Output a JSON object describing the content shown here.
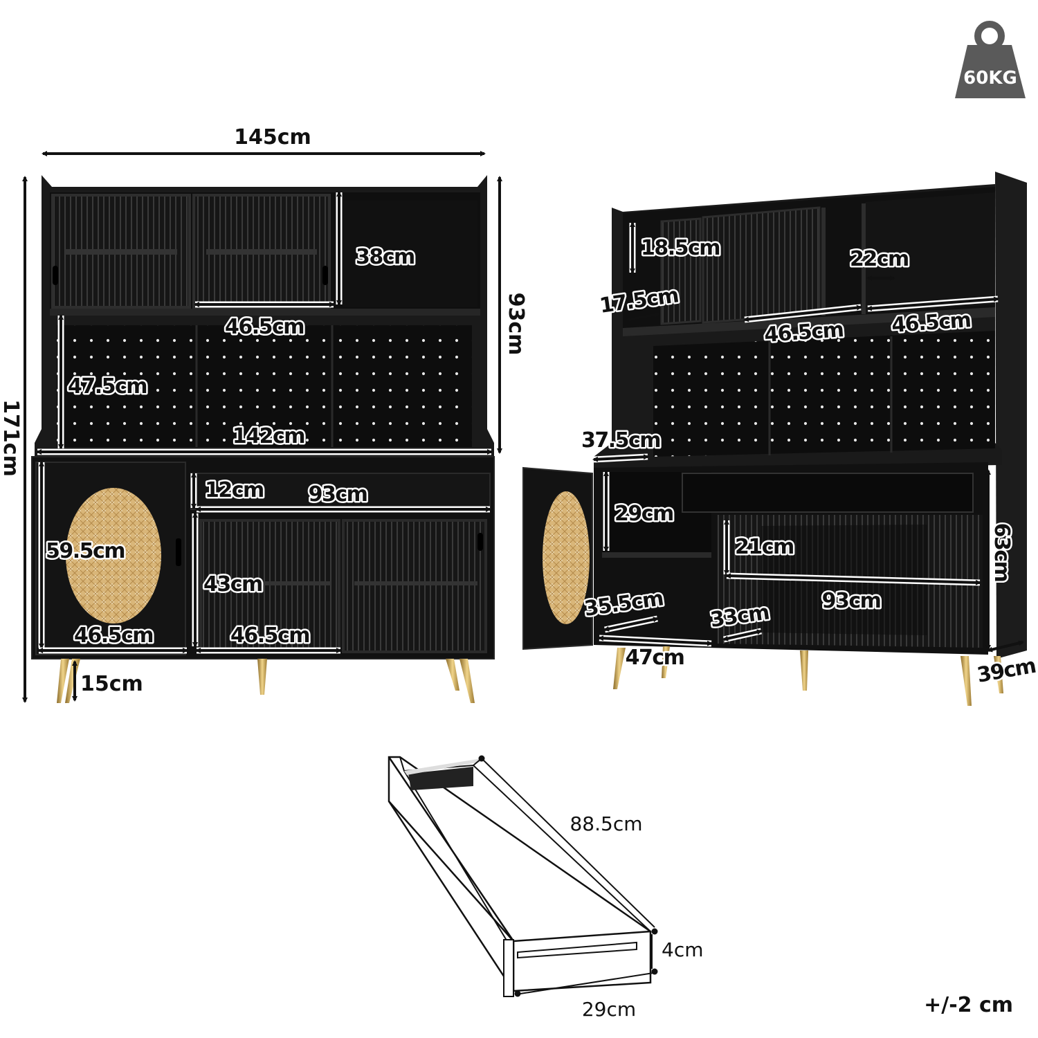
{
  "weight_badge": {
    "label": "60KG"
  },
  "tolerance": "+/-2 cm",
  "front_view": {
    "overall_width": "145cm",
    "overall_height": "171cm",
    "upper_height": "93cm",
    "top_cabinet_height": "38cm",
    "top_door_width": "46.5cm",
    "pegboard_height": "47.5cm",
    "pegboard_width": "142cm",
    "drawer_height": "12cm",
    "drawer_width": "93cm",
    "rattan_door_height": "59.5cm",
    "lower_cabinet_height": "43cm",
    "rattan_door_width": "46.5cm",
    "lower_door_width": "46.5cm",
    "leg_height": "15cm"
  },
  "side_view": {
    "small_cabinet_height": "18.5cm",
    "small_cabinet_depth": "17.5cm",
    "top_open_depth": "22cm",
    "top_left_width": "46.5cm",
    "top_right_width": "46.5cm",
    "shelf_depth": "37.5cm",
    "cabinet_inner_height": "29cm",
    "lower_shelf_height": "21cm",
    "lower_right_height": "63cm",
    "lower_width": "93cm",
    "lower_inner_depth": "35.5cm",
    "lower_right_depth": "33cm",
    "base_width": "47cm",
    "base_depth": "39cm"
  },
  "drawer_detail": {
    "length": "88.5cm",
    "height": "4cm",
    "width": "29cm"
  }
}
